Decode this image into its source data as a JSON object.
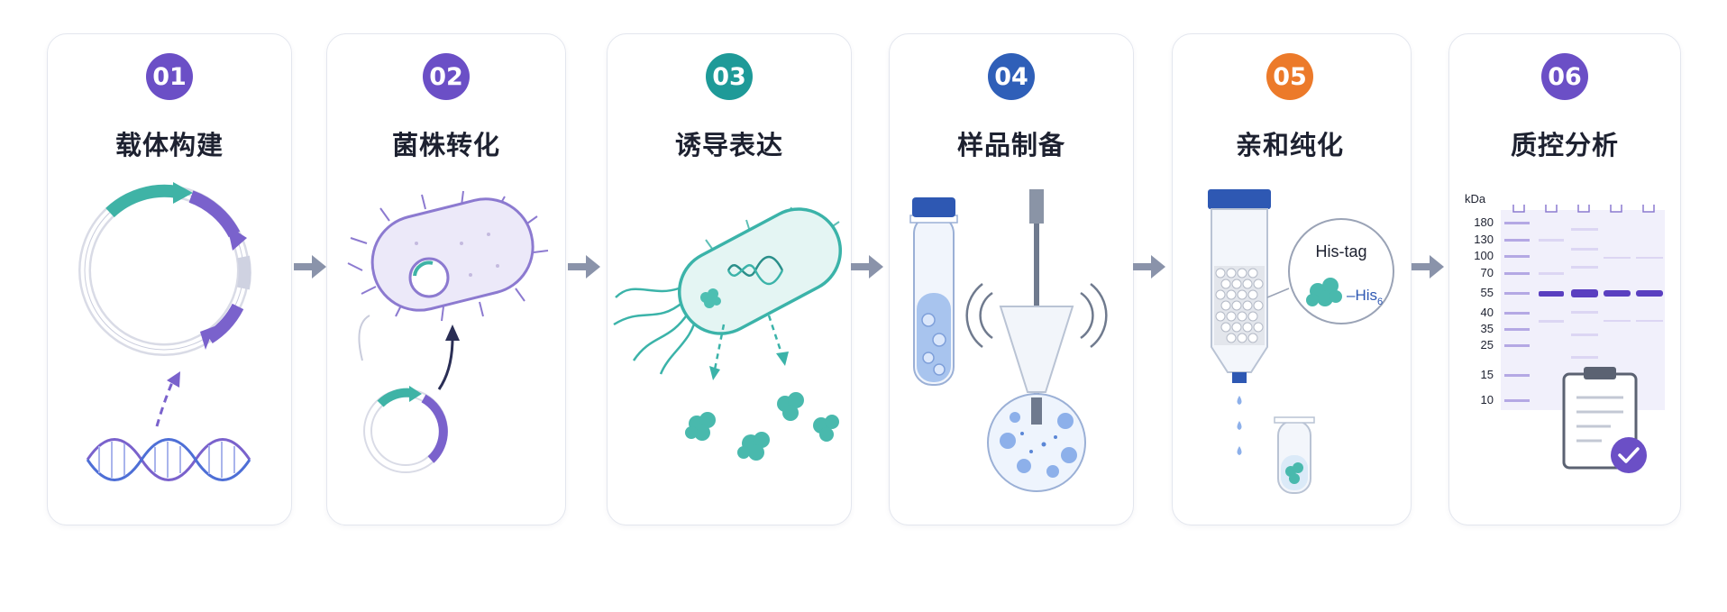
{
  "steps": [
    {
      "number": "01",
      "title": "载体构建",
      "color": "#6b4fc6"
    },
    {
      "number": "02",
      "title": "菌株转化",
      "color": "#6b4fc6"
    },
    {
      "number": "03",
      "title": "诱导表达",
      "color": "#1e9a98"
    },
    {
      "number": "04",
      "title": "样品制备",
      "color": "#2f5fb8"
    },
    {
      "number": "05",
      "title": "亲和纯化",
      "color": "#ec7a2a"
    },
    {
      "number": "06",
      "title": "质控分析",
      "color": "#6b4fc6"
    }
  ],
  "purification": {
    "tag_label": "His-tag",
    "his_label": "–His",
    "his_subscript": "6"
  },
  "gel": {
    "unit": "kDa",
    "markers": [
      "180",
      "130",
      "100",
      "70",
      "55",
      "40",
      "35",
      "25",
      "15",
      "10"
    ]
  },
  "colors": {
    "card_border": "#e3e6ee",
    "arrow": "#8a93aa",
    "teal": "#3bb3a9",
    "purple": "#7a62cc",
    "blue": "#2f5fb8"
  }
}
